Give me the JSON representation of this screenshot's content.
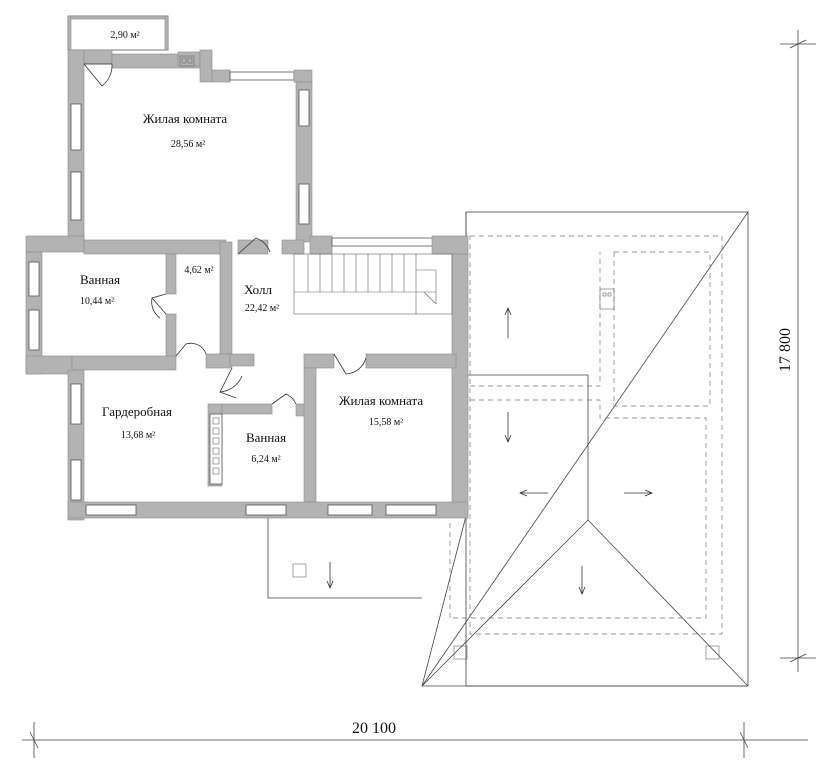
{
  "rooms": [
    {
      "id": "balcony",
      "name": "",
      "area": "2,90 м²"
    },
    {
      "id": "living-1",
      "name": "Жилая комната",
      "area": "28,56 м²"
    },
    {
      "id": "corridor",
      "name": "",
      "area": "4,62 м²"
    },
    {
      "id": "bath-1",
      "name": "Ванная",
      "area": "10,44 м²"
    },
    {
      "id": "hall",
      "name": "Холл",
      "area": "22,42 м²"
    },
    {
      "id": "wardrobe",
      "name": "Гардеробная",
      "area": "13,68 м²"
    },
    {
      "id": "bath-2",
      "name": "Ванная",
      "area": "6,24 м²"
    },
    {
      "id": "living-2",
      "name": "Жилая комната",
      "area": "15,58 м²"
    }
  ],
  "dimensions": {
    "width": "20 100",
    "height": "17 800"
  }
}
